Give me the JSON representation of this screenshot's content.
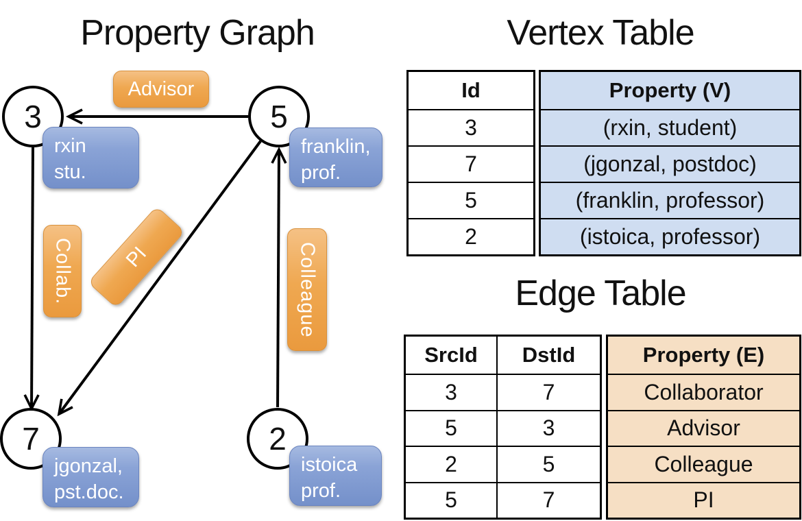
{
  "graph": {
    "title": "Property Graph",
    "nodes": [
      {
        "id": "3",
        "property": [
          "rxin",
          "stu."
        ]
      },
      {
        "id": "5",
        "property": [
          "franklin,",
          "prof."
        ]
      },
      {
        "id": "7",
        "property": [
          "jgonzal,",
          "pst.doc."
        ]
      },
      {
        "id": "2",
        "property": [
          "istoica",
          "prof."
        ]
      }
    ],
    "edges": [
      {
        "src": "5",
        "dst": "3",
        "label": "Advisor"
      },
      {
        "src": "3",
        "dst": "7",
        "label": "Collab."
      },
      {
        "src": "5",
        "dst": "7",
        "label": "PI"
      },
      {
        "src": "2",
        "dst": "5",
        "label": "Colleague"
      }
    ]
  },
  "vertex_table": {
    "title": "Vertex Table",
    "columns": [
      "Id",
      "Property (V)"
    ],
    "rows": [
      {
        "id": "3",
        "property": "(rxin, student)"
      },
      {
        "id": "7",
        "property": "(jgonzal, postdoc)"
      },
      {
        "id": "5",
        "property": "(franklin, professor)"
      },
      {
        "id": "2",
        "property": "(istoica, professor)"
      }
    ]
  },
  "edge_table": {
    "title": "Edge Table",
    "columns": [
      "SrcId",
      "DstId",
      "Property (E)"
    ],
    "rows": [
      {
        "src": "3",
        "dst": "7",
        "property": "Collaborator"
      },
      {
        "src": "5",
        "dst": "3",
        "property": "Advisor"
      },
      {
        "src": "2",
        "dst": "5",
        "property": "Colleague"
      },
      {
        "src": "5",
        "dst": "7",
        "property": "PI"
      }
    ]
  },
  "colors": {
    "edge_label_orange": "#EFA851",
    "vertex_box_blue": "#7D98CE",
    "vertex_table_property_bg": "#CFDDF1",
    "edge_table_property_bg": "#F6DFC4",
    "line_black": "#000000"
  }
}
